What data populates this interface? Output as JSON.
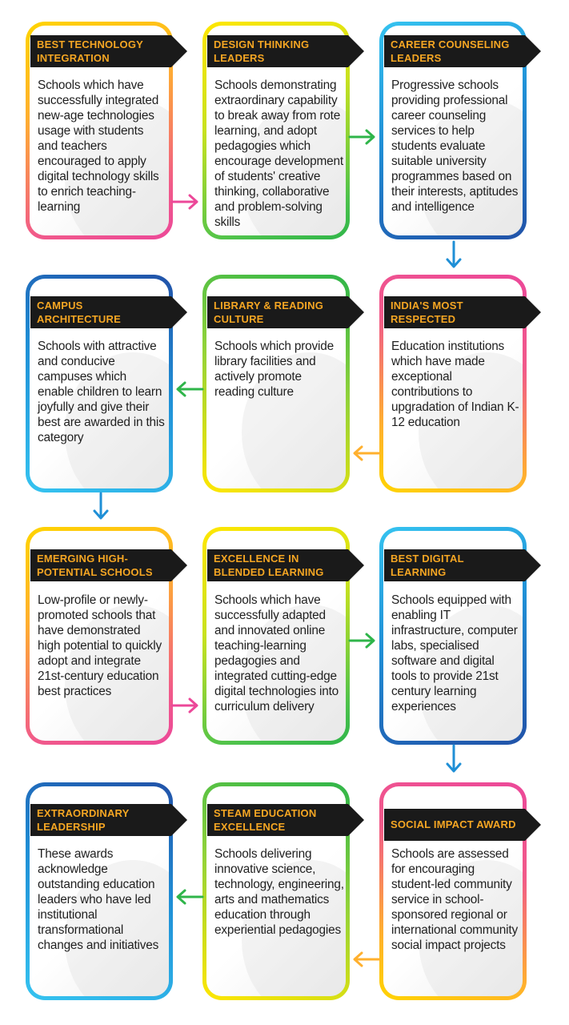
{
  "cards": [
    {
      "title_line1": "BEST TECHNOLOGY",
      "title_line2": "INTEGRATION",
      "description": "Schools which have successfully integrated new-age technologies usage with students and teachers encouraged to apply digital technology skills to enrich teaching-learning"
    },
    {
      "title_line1": "DESIGN THINKING",
      "title_line2": "LEADERS",
      "description": "Schools demonstrating extraordinary capability to break away from rote learning, and adopt pedagogies which encourage development of students' creative thinking, collaborative and problem-solving skills"
    },
    {
      "title_line1": "CAREER COUNSELING",
      "title_line2": "LEADERS",
      "description": "Progressive schools providing professional career counseling services to help students evaluate suitable university programmes based on their interests, aptitudes and intelligence"
    },
    {
      "title_line1": "CAMPUS ARCHITECTURE",
      "title_line2": "& DESIGN",
      "description": "Schools with attractive and conducive campuses which enable children to learn joyfully and give their best are awarded in this category"
    },
    {
      "title_line1": "LIBRARY & READING",
      "title_line2": "CULTURE",
      "description": "Schools which provide library facilities and actively promote reading culture"
    },
    {
      "title_line1": "INDIA'S MOST RESPECTED",
      "title_line2": "EDUCATION BRAND",
      "description": "Education institutions which have made exceptional contributions to upgradation of Indian K-12 education"
    },
    {
      "title_line1": "EMERGING HIGH-",
      "title_line2": "POTENTIAL SCHOOLS",
      "description": "Low-profile or newly-promoted schools that have demonstrated high potential to quickly adopt and integrate 21st-century education best practices"
    },
    {
      "title_line1": "EXCELLENCE IN",
      "title_line2": "BLENDED LEARNING",
      "description": "Schools which have successfully adapted and innovated online teaching-learning pedagogies and integrated cutting-edge digital technologies into curriculum delivery"
    },
    {
      "title_line1": "BEST DIGITAL LEARNING",
      "title_line2": "INFRASTRUCTURE",
      "description": "Schools equipped with enabling IT infrastructure, computer labs, specialised software and digital tools to provide 21st century learning experiences"
    },
    {
      "title_line1": "EXTRAORDINARY",
      "title_line2": "LEADERSHIP",
      "description": "These awards acknowledge outstanding education leaders who have led institutional transformational changes and initiatives"
    },
    {
      "title_line1": "STEAM EDUCATION",
      "title_line2": "EXCELLENCE",
      "description": "Schools delivering innovative science, technology, engineering, arts and mathematics education through experiential pedagogies"
    },
    {
      "title_line1": "SOCIAL IMPACT AWARD",
      "title_line2": "",
      "description": "Schools are assessed for encouraging student-led community service in school-sponsored regional or international community social impact projects"
    }
  ],
  "colors": {
    "arrow_pink": "#ec4899",
    "arrow_green": "#2fb54a",
    "arrow_blue": "#1f8fd6",
    "arrow_yellow": "#ffb02e",
    "tag_background": "#1a1a1a",
    "tag_text": "#f5a623"
  }
}
